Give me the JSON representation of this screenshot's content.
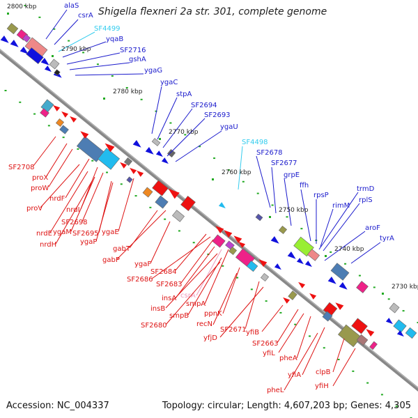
{
  "title": "Shigella flexneri 2a str. 301, complete genome",
  "accession": "Accession: NC_004337",
  "summary": "Topology: circular; Length: 4,607,203 bp; Genes: 4,305",
  "colors": {
    "backbone": "#888888",
    "forward_label": "#1a1acc",
    "reverse_label": "#dd1111",
    "pseudogene_label": "#33ccee",
    "faded_label": "#ee99bb",
    "tick": "#22aa22"
  },
  "kbp_markers": [
    {
      "label": "2800 kbp"
    },
    {
      "label": "2790 kbp"
    },
    {
      "label": "2780 kbp"
    },
    {
      "label": "2770 kbp"
    },
    {
      "label": "2760 kbp"
    },
    {
      "label": "2750 kbp"
    },
    {
      "label": "2740 kbp"
    },
    {
      "label": "2730 kbp"
    }
  ],
  "gene_labels": [
    {
      "label": "alaS",
      "strand": "forward"
    },
    {
      "label": "csrA",
      "strand": "forward"
    },
    {
      "label": "SF4499",
      "strand": "forward",
      "kind": "pseudogene"
    },
    {
      "label": "yqaB",
      "strand": "forward"
    },
    {
      "label": "SF2716",
      "strand": "forward"
    },
    {
      "label": "gshA",
      "strand": "forward"
    },
    {
      "label": "ygaG",
      "strand": "forward"
    },
    {
      "label": "ygaC",
      "strand": "forward"
    },
    {
      "label": "stpA",
      "strand": "forward"
    },
    {
      "label": "SF2694",
      "strand": "forward"
    },
    {
      "label": "SF2693",
      "strand": "forward"
    },
    {
      "label": "ygaU",
      "strand": "forward"
    },
    {
      "label": "SF4498",
      "strand": "forward",
      "kind": "pseudogene"
    },
    {
      "label": "SF2678",
      "strand": "forward"
    },
    {
      "label": "SF2677",
      "strand": "forward"
    },
    {
      "label": "grpE",
      "strand": "forward"
    },
    {
      "label": "ffh",
      "strand": "forward"
    },
    {
      "label": "rpsP",
      "strand": "forward"
    },
    {
      "label": "rimM",
      "strand": "forward"
    },
    {
      "label": "trmD",
      "strand": "forward"
    },
    {
      "label": "rplS",
      "strand": "forward"
    },
    {
      "label": "aroF",
      "strand": "forward"
    },
    {
      "label": "tyrA",
      "strand": "forward"
    },
    {
      "label": "SF2708",
      "strand": "reverse"
    },
    {
      "label": "proX",
      "strand": "reverse"
    },
    {
      "label": "proW",
      "strand": "reverse"
    },
    {
      "label": "nrdF",
      "strand": "reverse"
    },
    {
      "label": "proV",
      "strand": "reverse"
    },
    {
      "label": "nrdI",
      "strand": "reverse"
    },
    {
      "label": "SF2698",
      "strand": "reverse"
    },
    {
      "label": "nrdE",
      "strand": "reverse"
    },
    {
      "label": "ygaM",
      "strand": "reverse"
    },
    {
      "label": "SF2695",
      "strand": "reverse"
    },
    {
      "label": "ygaE",
      "strand": "reverse"
    },
    {
      "label": "nrdH",
      "strand": "reverse"
    },
    {
      "label": "ygaP",
      "strand": "reverse"
    },
    {
      "label": "gabT",
      "strand": "reverse"
    },
    {
      "label": "gabP",
      "strand": "reverse"
    },
    {
      "label": "ygaF",
      "strand": "reverse"
    },
    {
      "label": "SF2684",
      "strand": "reverse"
    },
    {
      "label": "SF2686",
      "strand": "reverse"
    },
    {
      "label": "SF2683",
      "strand": "reverse"
    },
    {
      "label": "csrA",
      "strand": "reverse",
      "kind": "faded"
    },
    {
      "label": "insA",
      "strand": "reverse"
    },
    {
      "label": "smpA",
      "strand": "reverse"
    },
    {
      "label": "insB",
      "strand": "reverse"
    },
    {
      "label": "ppnK",
      "strand": "reverse"
    },
    {
      "label": "smpB",
      "strand": "reverse"
    },
    {
      "label": "recN",
      "strand": "reverse"
    },
    {
      "label": "SF2680",
      "strand": "reverse"
    },
    {
      "label": "SF2671",
      "strand": "reverse"
    },
    {
      "label": "yfjD",
      "strand": "reverse"
    },
    {
      "label": "yfiB",
      "strand": "reverse"
    },
    {
      "label": "SF2663",
      "strand": "reverse"
    },
    {
      "label": "yfiL",
      "strand": "reverse"
    },
    {
      "label": "pheA",
      "strand": "reverse"
    },
    {
      "label": "yfiA",
      "strand": "reverse"
    },
    {
      "label": "clpB",
      "strand": "reverse"
    },
    {
      "label": "pheL",
      "strand": "reverse"
    },
    {
      "label": "yfiH",
      "strand": "reverse"
    }
  ]
}
